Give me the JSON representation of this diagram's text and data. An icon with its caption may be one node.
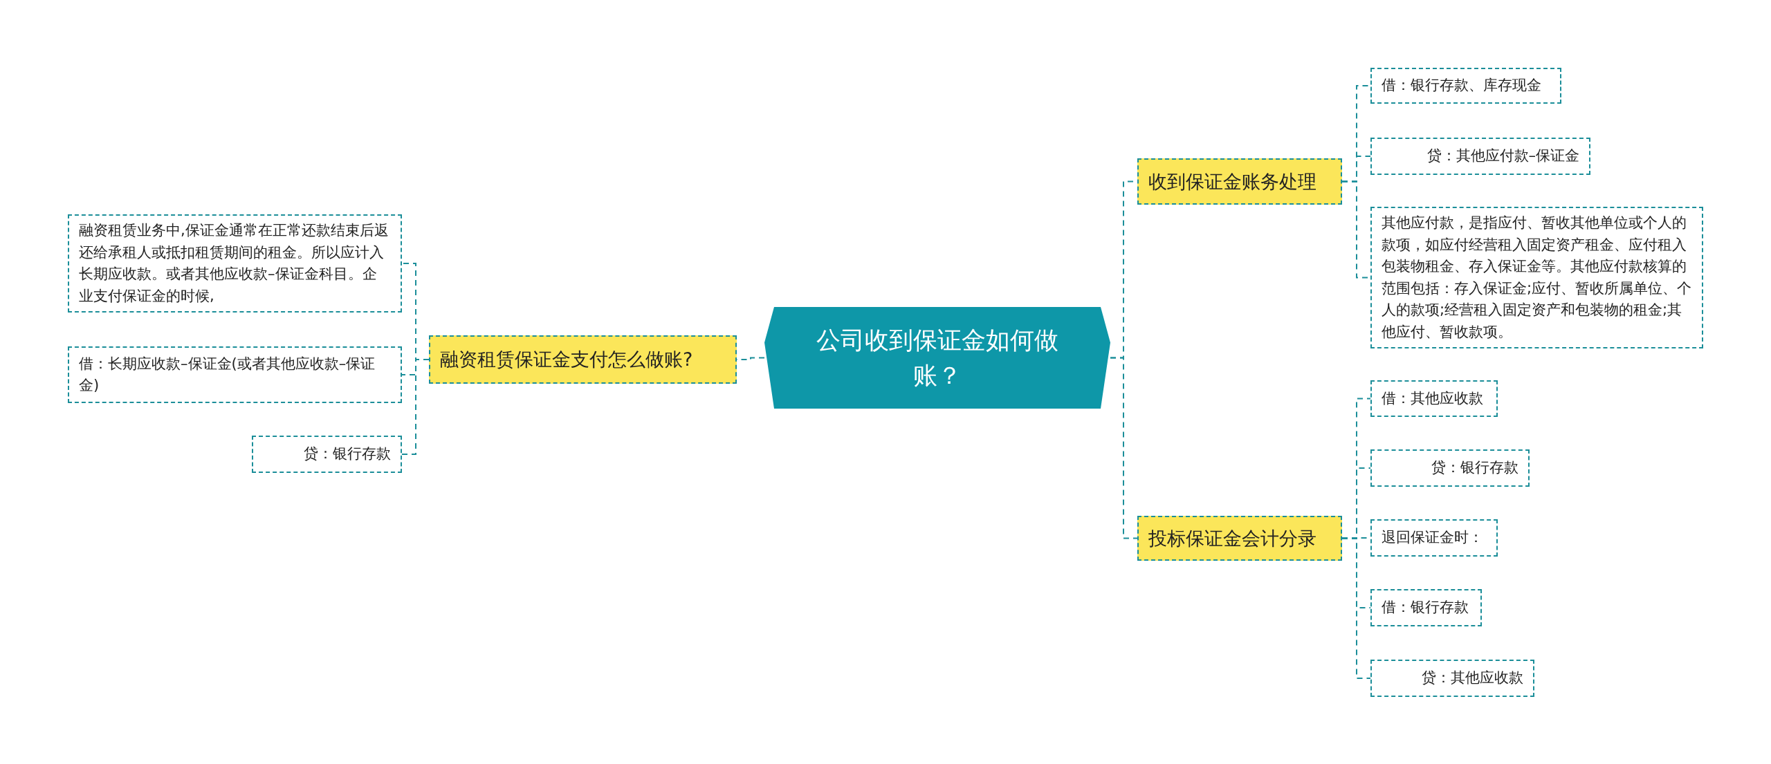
{
  "diagram": {
    "nodes": [
      {
        "text": [
          "公司收到保证金如何做账？"
        ]
      },
      {
        "text": [
          "融资租赁保证金支付怎么做账?"
        ]
      },
      {
        "text": [
          "融资租赁业务中,保证金通常在正常还款结束后返还给承租人或抵扣租赁期间的租金。所以应计入长期应收款。或者其他应收款–保证金科目。企业支付保证金的时候,"
        ]
      },
      {
        "text": [
          "借：长期应收款–保证金(或者其他应收款–保证金)"
        ]
      },
      {
        "text": [
          "贷：银行存款"
        ]
      },
      {
        "text": [
          "收到保证金账务处理"
        ]
      },
      {
        "text": [
          "借：银行存款、库存现金"
        ]
      },
      {
        "text": [
          "贷：其他应付款–保证金"
        ]
      },
      {
        "text": [
          "其他应付款，是指应付、暂收其他单位或个人的款项，如应付经营租入固定资产租金、应付租入包装物租金、存入保证金等。其他应付款核算的范围包括：存入保证金;应付、暂收所属单位、个人的款项;经营租入固定资产和包装物的租金;其他应付、暂收款项。"
        ]
      },
      {
        "text": [
          "投标保证金会计分录"
        ]
      },
      {
        "text": [
          "借：其他应收款"
        ]
      },
      {
        "text": [
          "贷：银行存款"
        ]
      },
      {
        "text": [
          "退回保证金时："
        ]
      },
      {
        "text": [
          "借：银行存款"
        ]
      },
      {
        "text": [
          "贷：其他应收款"
        ]
      }
    ],
    "edges": [
      {
        "from": 0,
        "to": 1,
        "arrow": "none"
      },
      {
        "from": 1,
        "to": 2,
        "arrow": "none"
      },
      {
        "from": 1,
        "to": 3,
        "arrow": "none"
      },
      {
        "from": 1,
        "to": 4,
        "arrow": "none"
      },
      {
        "from": 0,
        "to": 5,
        "arrow": "none"
      },
      {
        "from": 5,
        "to": 6,
        "arrow": "none"
      },
      {
        "from": 5,
        "to": 7,
        "arrow": "none"
      },
      {
        "from": 5,
        "to": 8,
        "arrow": "none"
      },
      {
        "from": 0,
        "to": 9,
        "arrow": "none"
      },
      {
        "from": 9,
        "to": 10,
        "arrow": "none"
      },
      {
        "from": 9,
        "to": 11,
        "arrow": "none"
      },
      {
        "from": 9,
        "to": 12,
        "arrow": "none"
      },
      {
        "from": 9,
        "to": 13,
        "arrow": "none"
      },
      {
        "from": 9,
        "to": 14,
        "arrow": "none"
      }
    ]
  }
}
